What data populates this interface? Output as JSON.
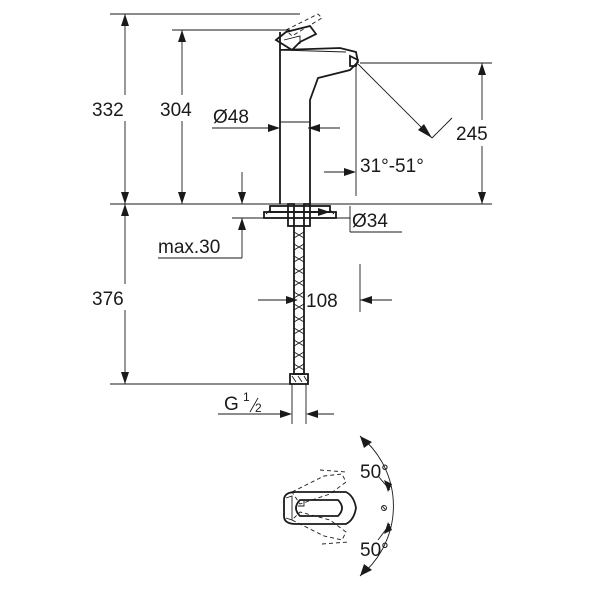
{
  "dimensions": {
    "total_height": "332",
    "spout_height": "304",
    "body_diameter": "Ø48",
    "outlet_height": "245",
    "swivel_angle": "31°-51°",
    "hole_diameter": "Ø34",
    "max_thickness": "max.30",
    "hose_length": "376",
    "projection": "108",
    "thread_main": "G",
    "thread_num": "1",
    "thread_den": "2",
    "lever_angle_top": "50°",
    "lever_angle_bottom": "50°"
  }
}
